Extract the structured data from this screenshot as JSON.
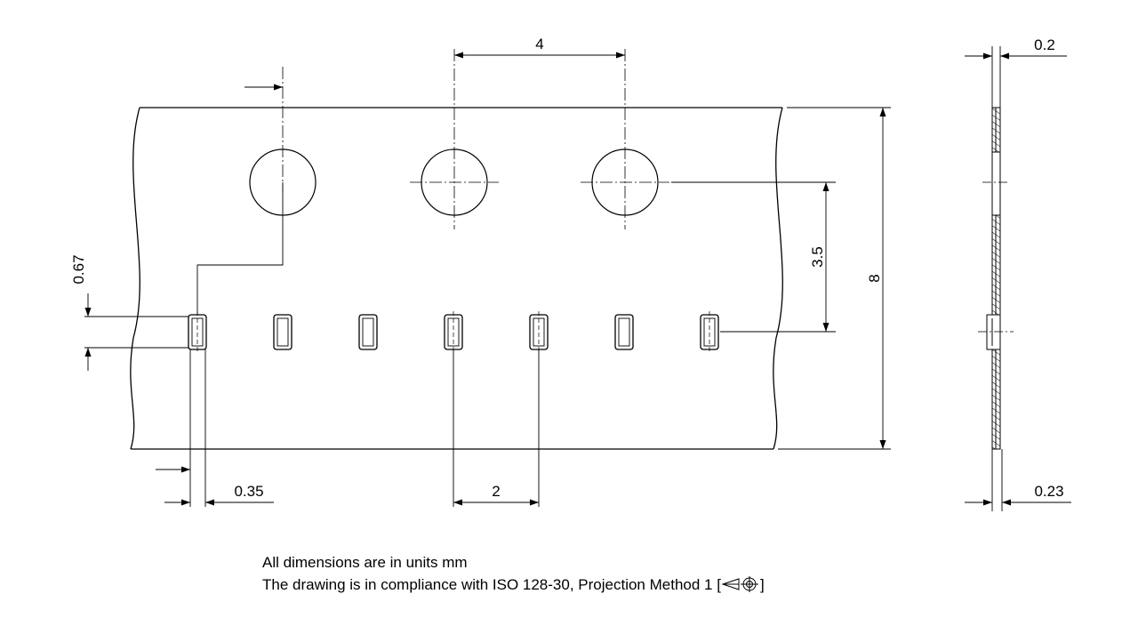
{
  "dimensions": {
    "hole_pitch": "4",
    "cover_tape_thickness": "0.2",
    "hole_to_pocket": "3.5",
    "tape_width": "8",
    "pocket_width": "0.67",
    "pocket_length": "0.35",
    "pocket_pitch": "2",
    "carrier_thickness": "0.23"
  },
  "notes": {
    "units": "All dimensions are in units mm",
    "compliance_prefix": "The drawing is in compliance with ISO 128-30, Projection Method 1 [",
    "compliance_suffix": "]"
  },
  "icons": {
    "projection": "first-angle-projection-icon"
  },
  "colors": {
    "line": "#000000",
    "background": "#ffffff"
  }
}
